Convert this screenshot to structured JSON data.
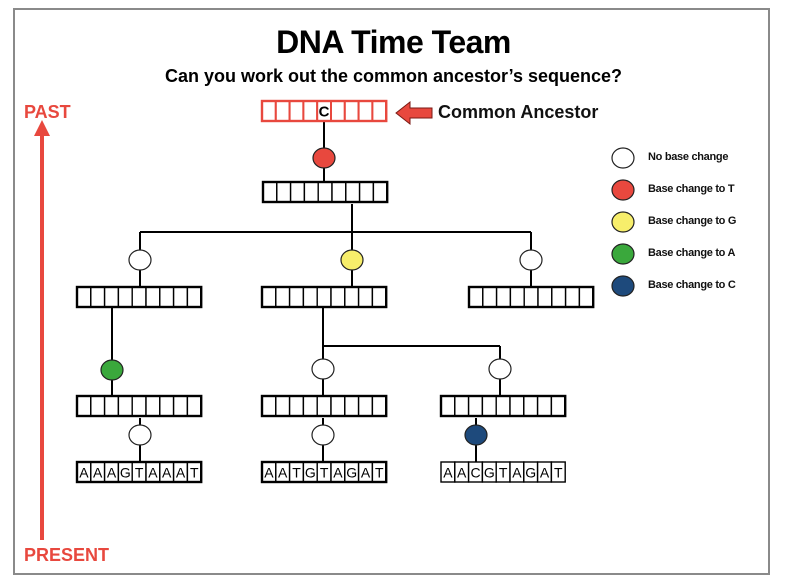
{
  "title": "DNA Time Team",
  "subtitle": "Can you work out the common ancestor’s sequence?",
  "axis": {
    "past": "PAST",
    "present": "PRESENT"
  },
  "ancestor_label": "Common Ancestor",
  "ancestor_base": "C",
  "sequences": {
    "leaf_1": [
      "A",
      "A",
      "A",
      "G",
      "T",
      "A",
      "A",
      "A",
      "T"
    ],
    "leaf_2": [
      "A",
      "A",
      "T",
      "G",
      "T",
      "A",
      "G",
      "A",
      "T"
    ],
    "leaf_3": [
      "A",
      "A",
      "C",
      "G",
      "T",
      "A",
      "G",
      "A",
      "T"
    ]
  },
  "legend": [
    {
      "key": "none",
      "label": "No base change",
      "color": "#ffffff"
    },
    {
      "key": "T",
      "label": "Base change to T",
      "color": "#e8483e"
    },
    {
      "key": "G",
      "label": "Base change to G",
      "color": "#f7ee6b"
    },
    {
      "key": "A",
      "label": "Base change to A",
      "color": "#3aa83c"
    },
    {
      "key": "C",
      "label": "Base change to C",
      "color": "#1e4a7c"
    }
  ],
  "colors": {
    "accent": "#e8483e",
    "line": "#000000"
  }
}
